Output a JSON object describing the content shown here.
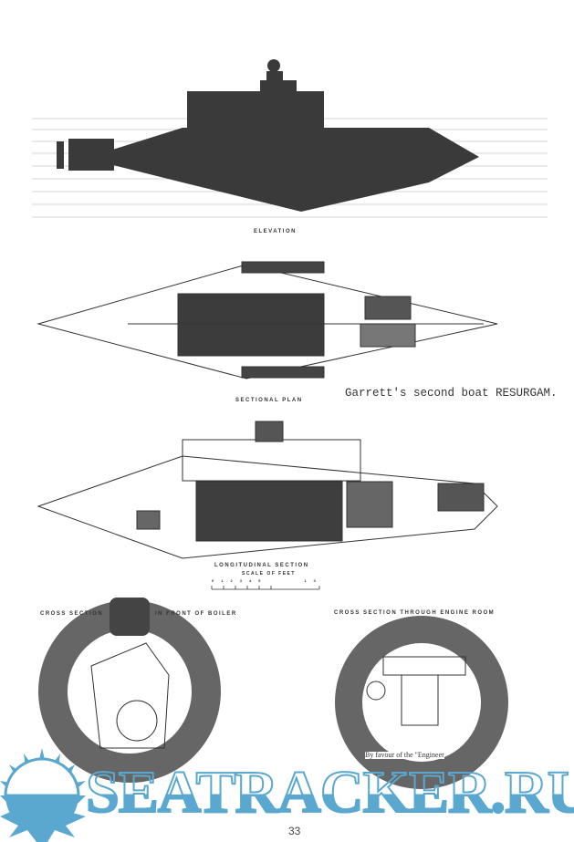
{
  "figures": {
    "elevation_label": "ELEVATION",
    "plan_label": "SECTIONAL PLAN",
    "longitudinal_label": "LONGITUDINAL SECTION",
    "scale_label": "SCALE OF FEET",
    "scale_ticks": [
      "0",
      "1",
      "2",
      "3",
      "4",
      "5",
      "10"
    ],
    "cross_section_left_label": "CROSS SECTION",
    "cross_section_left_label2": "IN FRONT OF BOILER",
    "cross_section_right_label": "CROSS SECTION THROUGH ENGINE ROOM"
  },
  "caption": "Garrett's second boat RESURGAM.",
  "credit": "By favour of the \"Engineer",
  "watermark": "SEATRACKER.RU",
  "page_number": "33",
  "colors": {
    "watermark": "#5aa8cf",
    "ink": "#333333"
  }
}
